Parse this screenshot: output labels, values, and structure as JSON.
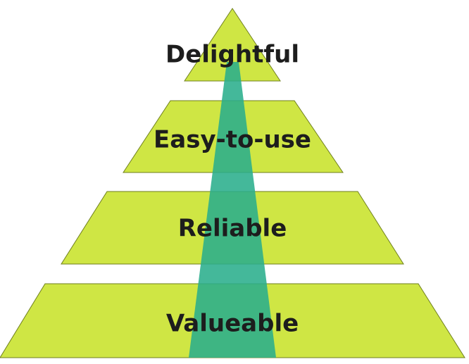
{
  "pyramid": {
    "levels": [
      {
        "label": "Delightful"
      },
      {
        "label": "Easy-to-use"
      },
      {
        "label": "Reliable"
      },
      {
        "label": "Valueable"
      }
    ],
    "colors": {
      "tier_fill": "#cfe644",
      "spine_fill": "#2aae8c",
      "text": "#1d1d1d"
    }
  }
}
